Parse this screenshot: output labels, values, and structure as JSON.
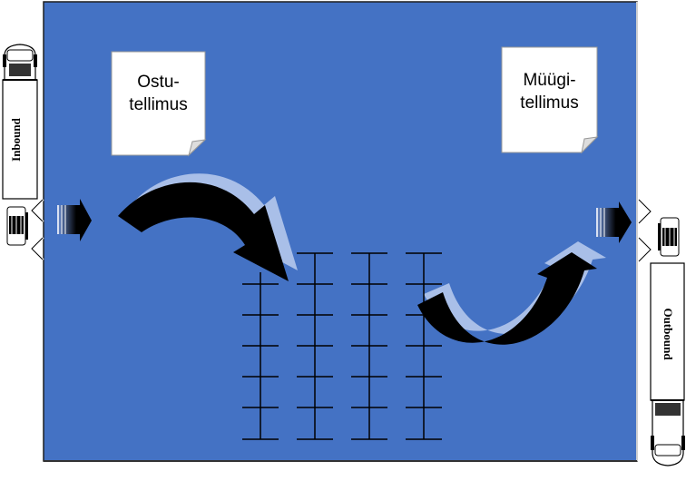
{
  "notes": {
    "purchase_order": "Ostu-\ntellimus",
    "sales_order": "Müügi-\ntellimus"
  },
  "trucks": {
    "inbound_label": "Inbound",
    "outbound_label": "Outbound"
  },
  "colors": {
    "warehouse_fill": "#4472c4",
    "warehouse_border": "#1f1f1f",
    "arrow_fill": "#000000",
    "arrow_shadow": "#9bb3e0",
    "note_fill": "#ffffff"
  },
  "icons": {
    "truck": "truck-icon",
    "forklift": "forklift-icon",
    "dock_arrow": "arrow-right-icon",
    "curved_arrow": "curved-arrow-icon",
    "rack": "shelf-rack-icon"
  }
}
